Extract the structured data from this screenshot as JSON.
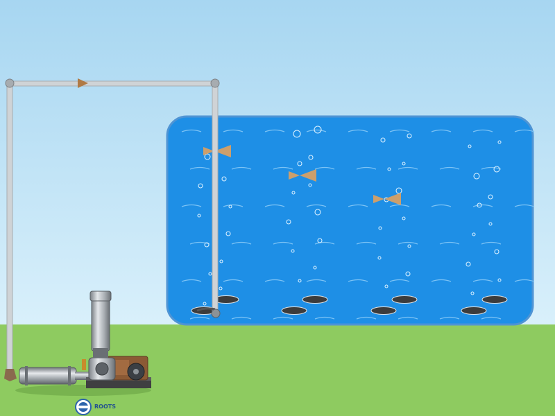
{
  "blower": {
    "brand_label": "ROOTS",
    "logo_icon": "roots-blower-logo-icon"
  },
  "airflow": {
    "direction": "right",
    "arrow_icon": "flow-direction-arrow-icon"
  },
  "tank": {
    "diffuser_count": 8,
    "fish_count": 3,
    "fish_icon": "fish-icon",
    "bubble_icon": "air-bubble-icon"
  },
  "colors": {
    "sky_top": "#a7d6f1",
    "sky_bottom": "#d7effb",
    "grass": "#8ecb60",
    "water": "#1e8fe6",
    "tank_border": "#4f94d4",
    "pipe": "#cfd3d6",
    "fish": "#cc9f6c",
    "diffuser": "#3c3c3c"
  }
}
